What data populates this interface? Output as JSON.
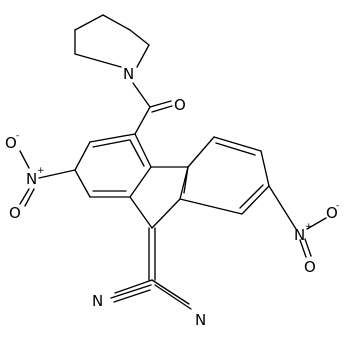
{
  "molecule": {
    "atoms": {
      "amide_nitrogen": "N",
      "carbonyl_oxygen": "O",
      "nitro_left_nitrogen": "N",
      "nitro_left_nitrogen_charge": "+",
      "nitro_left_oxygen_top": "O",
      "nitro_left_oxygen_top_charge": "-",
      "nitro_left_oxygen_bottom": "O",
      "nitro_right_nitrogen": "N",
      "nitro_right_nitrogen_charge": "+",
      "nitro_right_oxygen_top": "O",
      "nitro_right_oxygen_top_charge": "-",
      "nitro_right_oxygen_bottom": "O",
      "nitrile_left": "N",
      "nitrile_right": "N"
    }
  }
}
